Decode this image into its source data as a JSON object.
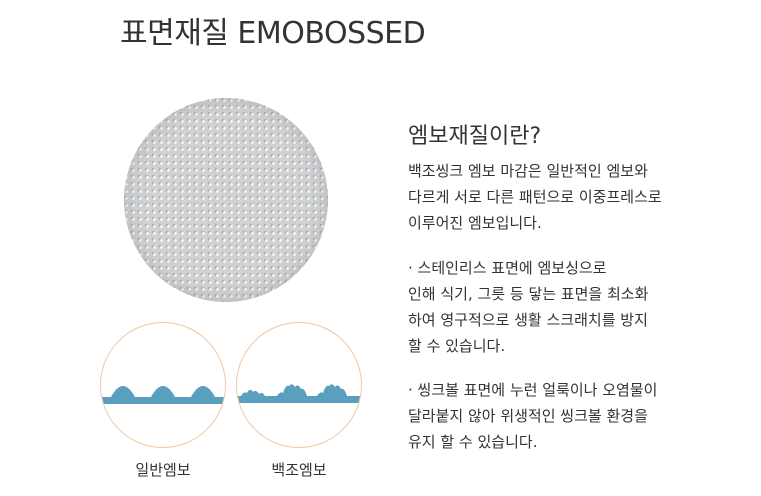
{
  "title": "표면재질 EMOBOSSED",
  "heading": "엠보재질이란?",
  "paragraphs": [
    [
      "백조씽크 엠보 마감은 일반적인 엠보와",
      "다르게 서로 다른 패턴으로 이중프레스로",
      "이루어진 엠보입니다."
    ],
    [
      "· 스테인리스 표면에 엠보싱으로",
      "인해 식기, 그릇 등 닿는 표면을 최소화",
      "하여 영구적으로 생활 스크래치를 방지",
      "할 수 있습니다."
    ],
    [
      "· 씽크볼 표면에 누런 얼룩이나 오염물이",
      "달라붙지 않아 위생적인 씽크볼 환경을",
      "유지 할 수 있습니다."
    ]
  ],
  "labels": {
    "normal": "일반엠보",
    "baekjo": "백조엠보"
  },
  "colors": {
    "texture": "#cfd1d3",
    "profile": "#5b9fbf",
    "circle_border": "#f0c7a0"
  }
}
